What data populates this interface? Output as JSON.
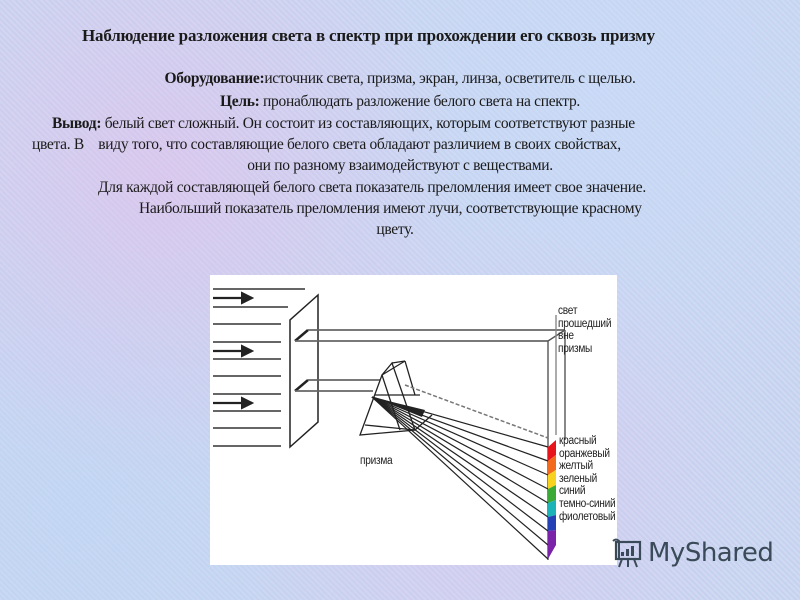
{
  "slide": {
    "title": "Наблюдение разложения света в спектр при прохождении его сквозь призму",
    "equipment": {
      "label": "Оборудование:",
      "text": "источник света, призма, экран, линза, осветитель с щелью."
    },
    "goal": {
      "label": "Цель:",
      "text": " пронаблюдать разложение белого света на спектр."
    },
    "conclusion": {
      "label": "Вывод:",
      "line1": " белый свет сложный. Он состоит из составляющих, которым соответствуют разные",
      "line2": "цвета. В    виду того, что составляющие белого света обладают различием в своих свойствах,",
      "line3": "они по разному взаимодействуют  с веществами.",
      "line4": "Для каждой составляющей белого света показатель преломления имеет свое значение.",
      "line5": "Наибольший показатель преломления имеют лучи, соответствующие красному",
      "line6": "цвету."
    }
  },
  "diagram": {
    "prism_label": "призма",
    "outside_light_label": [
      "свет",
      "прошедший",
      "вне",
      "призмы"
    ],
    "spectrum": [
      {
        "name": "красный",
        "color": "#e8141c"
      },
      {
        "name": "оранжевый",
        "color": "#f26b1d"
      },
      {
        "name": "желтый",
        "color": "#f7d21e"
      },
      {
        "name": "зеленый",
        "color": "#3aa935"
      },
      {
        "name": "синий",
        "color": "#1bb3b8"
      },
      {
        "name": "темно-синий",
        "color": "#2340b5"
      },
      {
        "name": "фиолетовый",
        "color": "#7a22a8"
      }
    ]
  },
  "watermark": {
    "text": "MyShared",
    "icon": "presentation-board-icon"
  }
}
